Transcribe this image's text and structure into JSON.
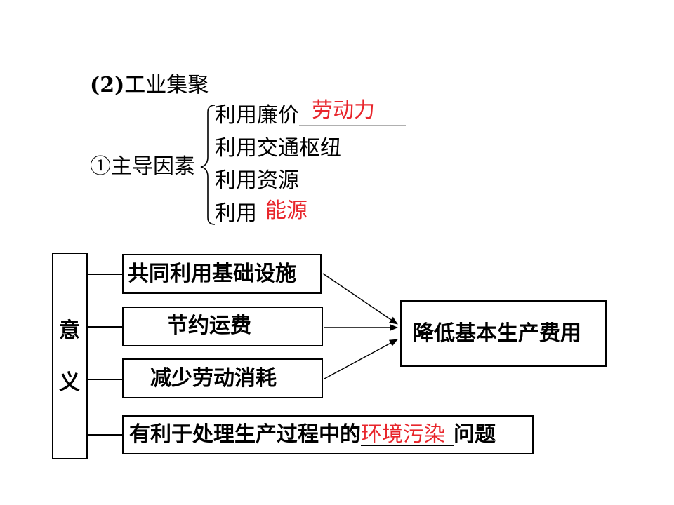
{
  "section": {
    "number": "(2)",
    "title": "工业集聚"
  },
  "factors": {
    "label": "①主导因素",
    "items": [
      {
        "prefix": "利用廉价",
        "answer": "劳动力"
      },
      {
        "prefix": "利用交通枢纽",
        "answer": ""
      },
      {
        "prefix": "利用资源",
        "answer": ""
      },
      {
        "prefix": "利用",
        "answer": "能源"
      }
    ]
  },
  "significance": {
    "label_chars": [
      "意",
      "义"
    ],
    "benefits": [
      "共同利用基础设施",
      "节约运费",
      "减少劳动消耗"
    ],
    "result": "降低基本生产费用",
    "environment": {
      "prefix": "有利于处理生产过程中的",
      "answer": "环境污染",
      "suffix": "问题"
    }
  },
  "colors": {
    "answer": "#e8262c",
    "line": "#000000"
  }
}
